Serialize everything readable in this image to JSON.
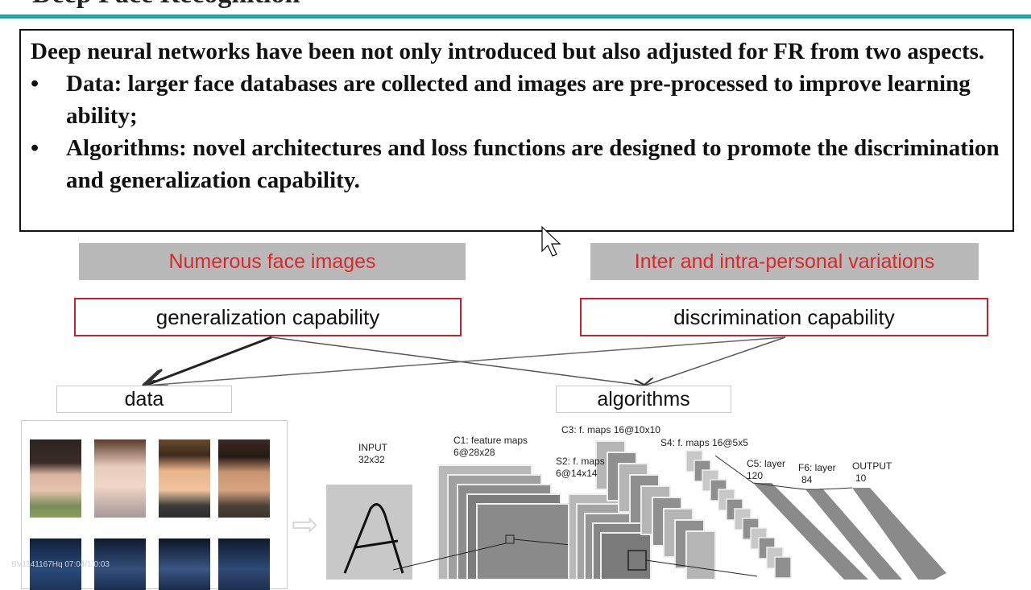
{
  "slide": {
    "title_partial": "Deep Face Recognition",
    "intro": "Deep neural networks have been not only introduced but also adjusted for FR from two aspects.",
    "bullets": [
      {
        "marker": "•",
        "text": "Data: larger face databases are collected and images are pre-processed to improve learning ability;"
      },
      {
        "marker": "•",
        "text": "Algorithms: novel architectures and loss functions are designed to promote the discrimination and generalization capability."
      }
    ]
  },
  "diagram": {
    "header_left": "Numerous face images",
    "header_right": "Inter and intra-personal variations",
    "box_left": "generalization capability",
    "box_right": "discrimination capability",
    "label_data": "data",
    "label_algorithms": "algorithms",
    "arrow_glyph": "⇨"
  },
  "cnn": {
    "input": "INPUT",
    "input_size": "32x32",
    "c1": "C1: feature maps",
    "c1_size": "6@28x28",
    "s2": "S2: f. maps",
    "s2_size": "6@14x14",
    "c3": "C3: f. maps 16@10x10",
    "s4": "S4: f. maps 16@5x5",
    "c5": "C5: layer",
    "c5_size": "120",
    "f6": "F6: layer",
    "f6_size": "84",
    "output": "OUTPUT",
    "output_size": "10"
  },
  "watermark": "BV1141167Hq 07:04/1:0:03",
  "colors": {
    "accent_teal": "#2aa3a8",
    "header_red": "#d62a2a",
    "box_border_red": "#c8202a",
    "header_gray": "#b9b9b9"
  }
}
